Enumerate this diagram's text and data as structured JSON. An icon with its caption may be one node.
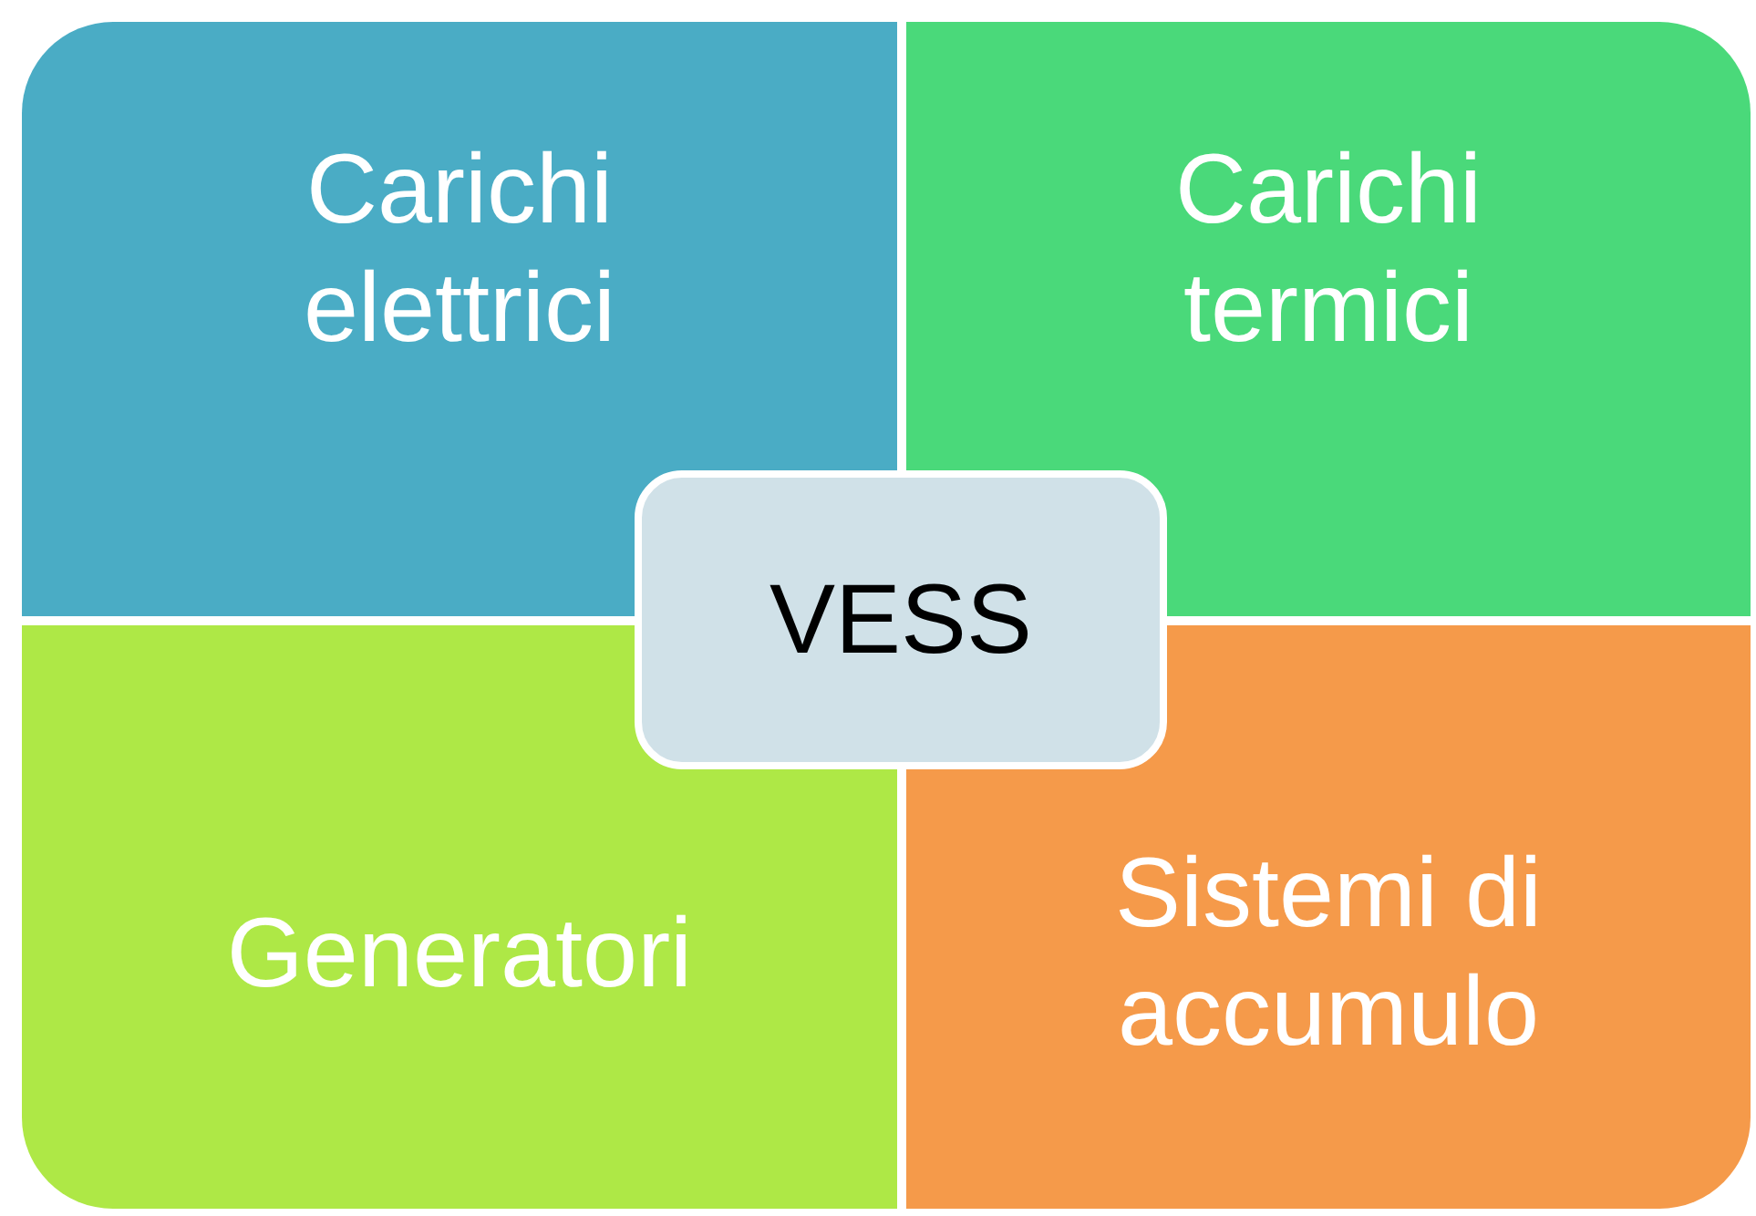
{
  "diagram": {
    "nodes": [
      {
        "text": [
          "Carichi elettrici"
        ]
      },
      {
        "text": [
          "Carichi termici"
        ]
      },
      {
        "text": [
          "Generatori"
        ]
      },
      {
        "text": [
          "Sistemi di accumulo"
        ]
      },
      {
        "text": [
          "VESS"
        ]
      }
    ]
  }
}
